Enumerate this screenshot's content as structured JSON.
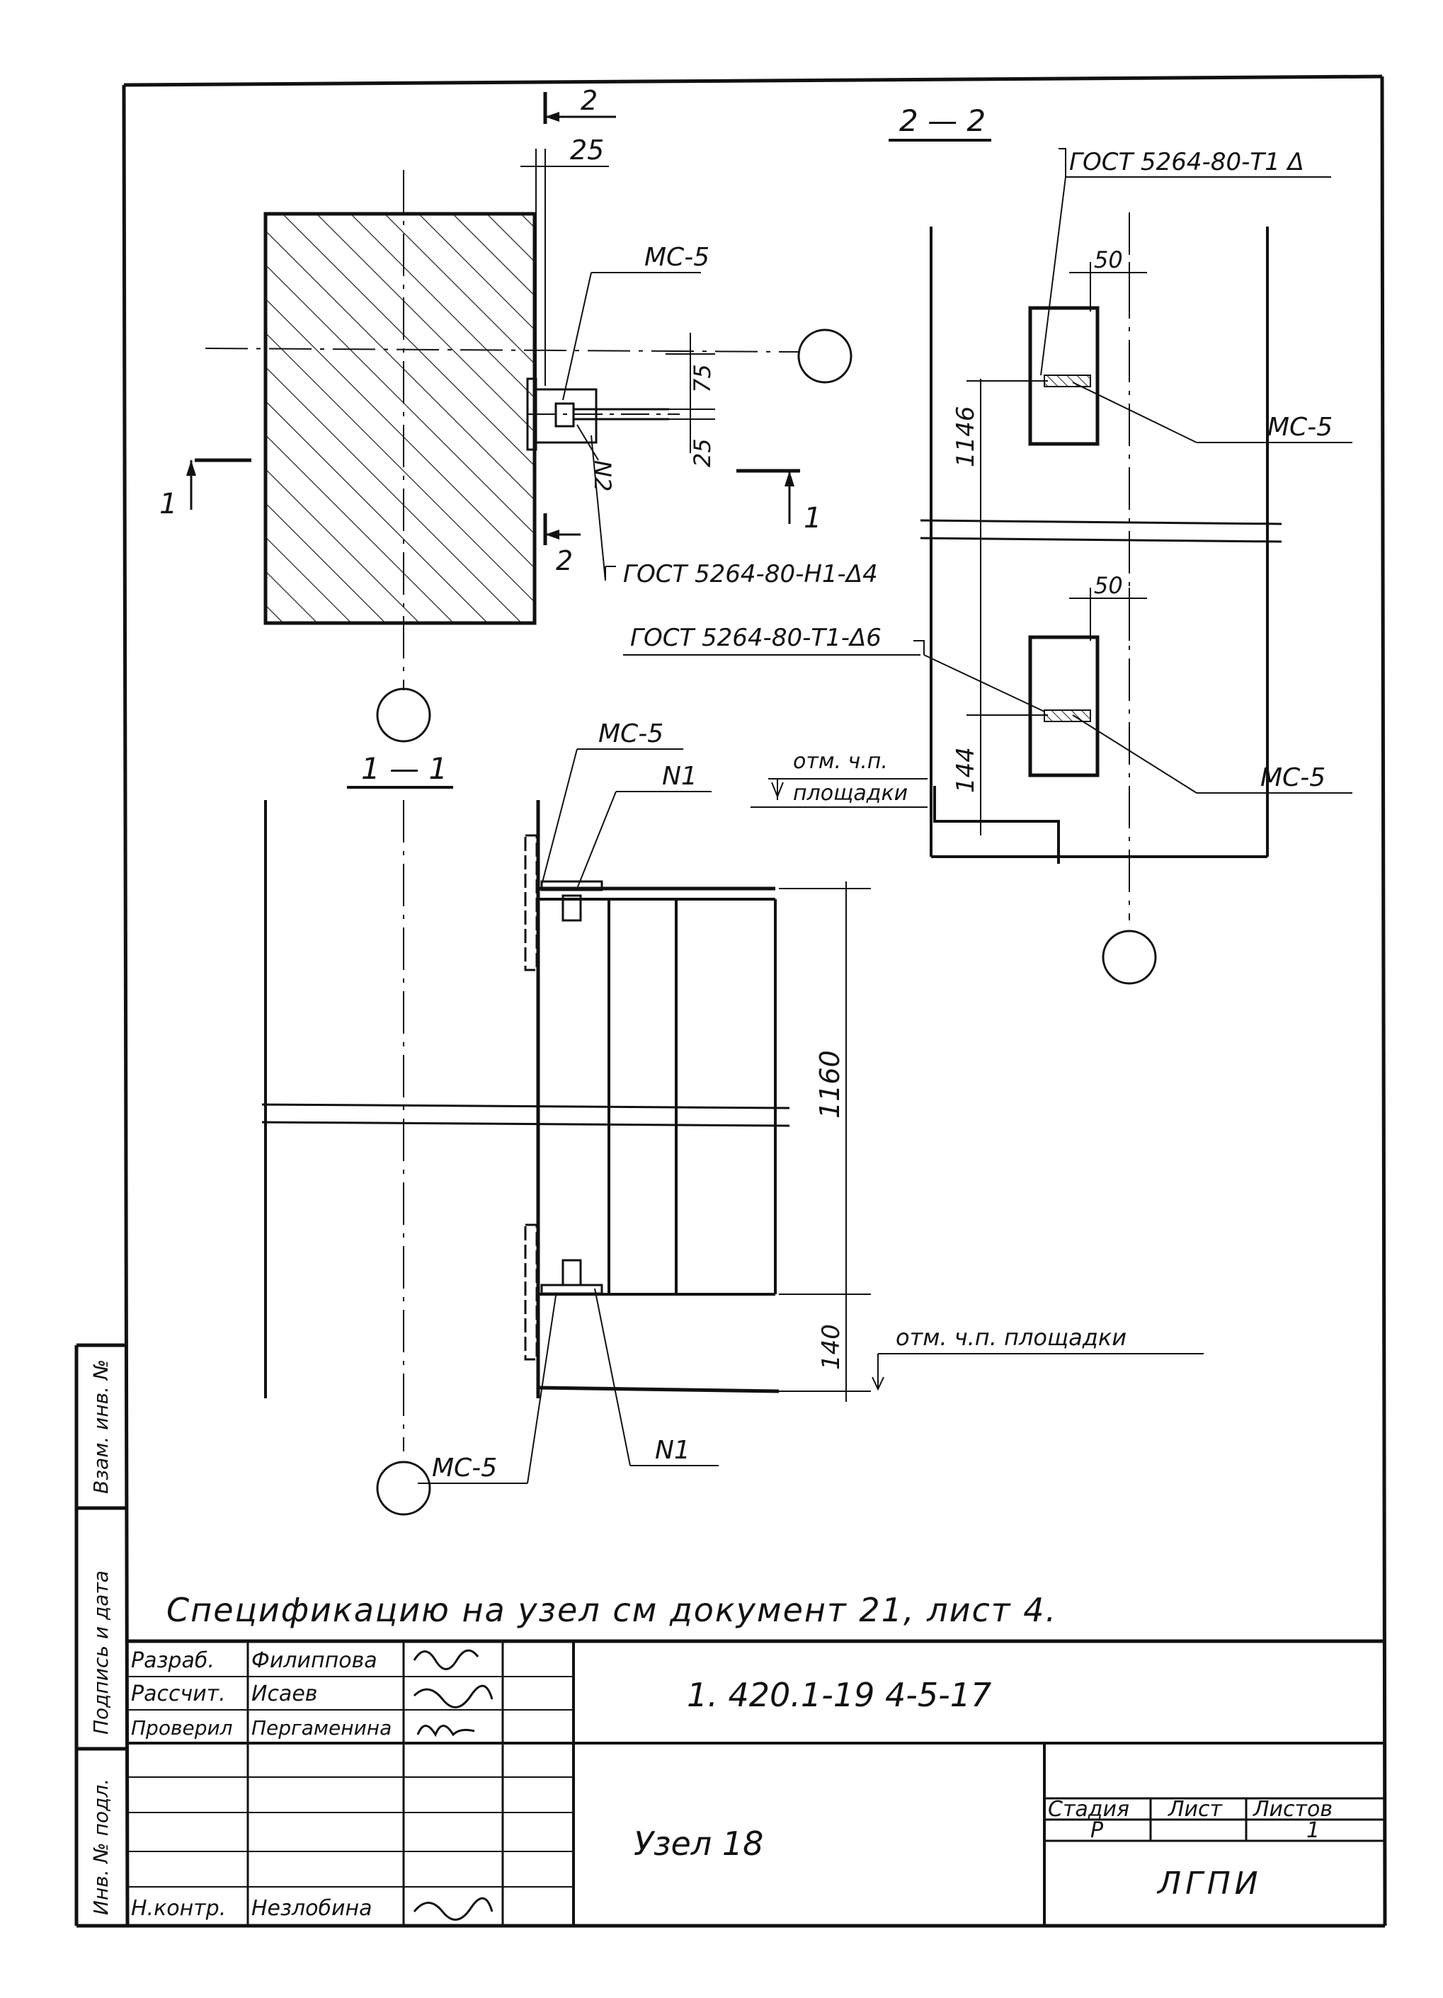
{
  "sections": {
    "sec22": "2 — 2",
    "sec11": "1 — 1",
    "cut1": "1",
    "cut2": "2"
  },
  "dims": {
    "d25_top": "25",
    "d75": "75",
    "d25_side": "25",
    "d50_a": "50",
    "d50_b": "50",
    "d1146": "1146",
    "d144": "144",
    "d1160": "1160",
    "d140": "140"
  },
  "labels": {
    "mc5_plan": "МС-5",
    "n2_plan": "N2",
    "gost_h1": "ГОСТ 5264-80-Н1-Δ4",
    "gost_t1_top": "ГОСТ 5264-80-Т1 Δ",
    "gost_t1_d6": "ГОСТ 5264-80-Т1-Δ6",
    "mc5_r1": "МС-5",
    "mc5_r2": "МС-5",
    "otm_a": "отм. ч.п.",
    "otm_b": "площадки",
    "mc5_s11_top": "МС-5",
    "n1_top": "N1",
    "otm_s11": "отм. ч.п. площадки",
    "mc5_s11_bot": "МС-5",
    "n1_bot": "N1"
  },
  "note": "Спецификацию на узел см документ 21, лист 4.",
  "side_stamp": {
    "vzam": "Взам. инв. №",
    "podpis": "Подпись и дата",
    "inv": "Инв. № подл."
  },
  "title_block": {
    "rows": [
      {
        "role": "Разраб.",
        "name": "Филиппова"
      },
      {
        "role": "Рассчит.",
        "name": "Исаев"
      },
      {
        "role": "Проверил",
        "name": "Пергаменина"
      },
      {
        "role": "",
        "name": ""
      },
      {
        "role": "",
        "name": ""
      },
      {
        "role": "",
        "name": ""
      },
      {
        "role": "Н.контр.",
        "name": "Незлобина"
      }
    ],
    "doc_code": "1. 420.1-19     4-5-17",
    "title": "Узел    18",
    "stage_label": "Стадия",
    "sheet_label": "Лист",
    "sheets_label": "Листов",
    "stage": "Р",
    "sheet": "",
    "sheets": "1",
    "org": "ЛГПИ"
  }
}
